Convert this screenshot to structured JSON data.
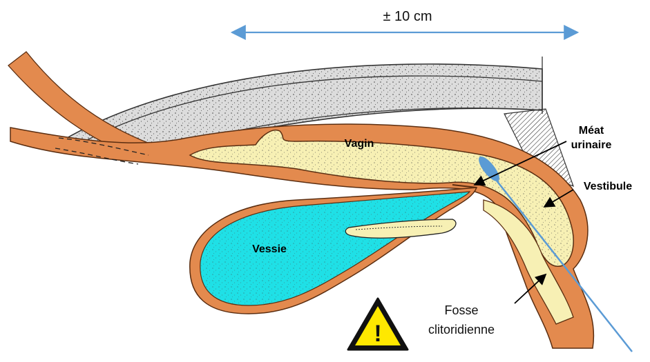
{
  "measurement": {
    "text": "± 10 cm"
  },
  "labels": {
    "vagin": "Vagin",
    "vessie": "Vessie",
    "meat_line1": "Méat",
    "meat_line2": "urinaire",
    "vestibule": "Vestibule",
    "fosse_line1": "Fosse",
    "fosse_line2": "clitoridienne"
  },
  "warning": {
    "icon": "warning-triangle-icon",
    "symbol": "!"
  },
  "colors": {
    "tissue": "#E38A4E",
    "vagina": "#F7F0B4",
    "bladder": "#1FE0E6",
    "bone": "#DCDCDC",
    "measure_arrow": "#5B9BD5",
    "swab": "#5B9BD5",
    "warning_fill": "#FFE800"
  }
}
